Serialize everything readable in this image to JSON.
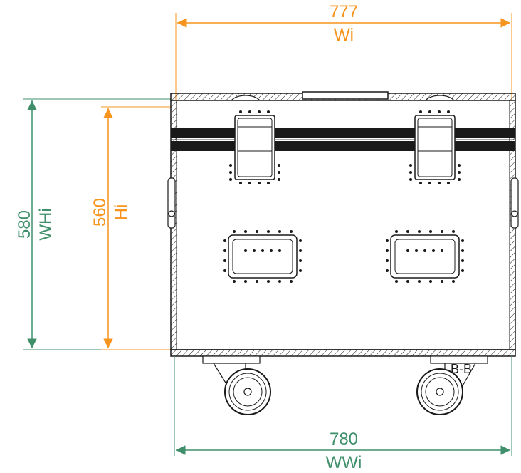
{
  "dimensions": {
    "width_inner": {
      "value": "777",
      "label": "Wi"
    },
    "width_outer": {
      "value": "780",
      "label": "WWi"
    },
    "height_inner": {
      "value": "560",
      "label": "Hi"
    },
    "height_outer": {
      "value": "580",
      "label": "WHi"
    }
  },
  "section_label": "B-B",
  "colors": {
    "orange": "#f7941d",
    "green": "#3f8f6b",
    "line": "#1a1a1a"
  },
  "icons": [
    "caster-wheel-icon",
    "handle-icon",
    "latch-icon"
  ]
}
